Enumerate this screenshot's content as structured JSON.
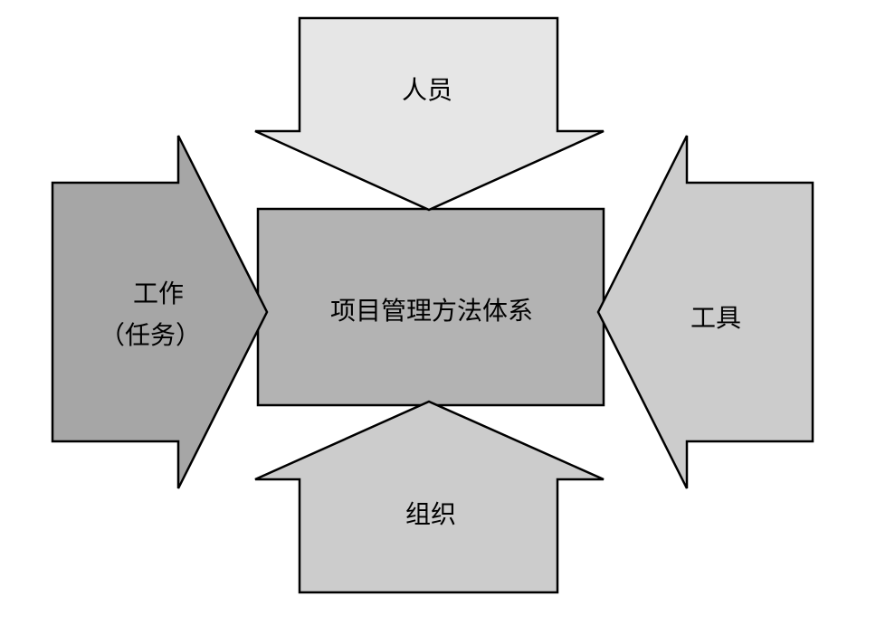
{
  "diagram": {
    "center": {
      "label": "项目管理方法体系",
      "color": "#b3b3b3"
    },
    "top_arrow": {
      "label": "人员",
      "color": "#e6e6e6"
    },
    "left_arrow": {
      "label_line1": "工作",
      "label_line2": "（任务）",
      "color": "#a6a6a6"
    },
    "right_arrow": {
      "label": "工具",
      "color": "#cccccc"
    },
    "bottom_arrow": {
      "label": "组织",
      "color": "#cccccc"
    }
  }
}
